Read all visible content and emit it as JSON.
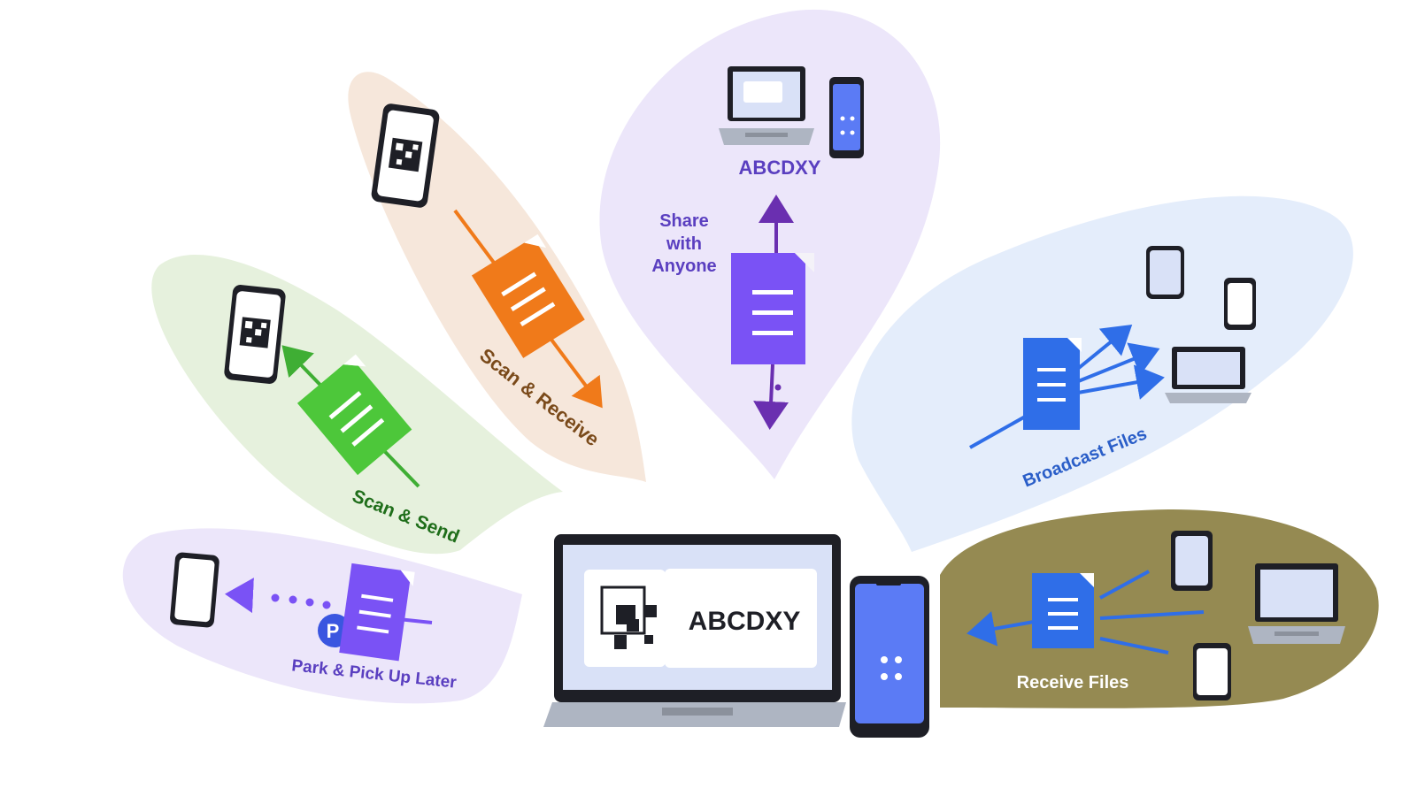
{
  "hub": {
    "code": "ABCDXY"
  },
  "petals": {
    "share_anyone": {
      "code_label": "ABCDXY",
      "caption_line1": "Share",
      "caption_line2": "with",
      "caption_line3": "Anyone",
      "color": "#7a52f5"
    },
    "scan_receive": {
      "caption": "Scan & Receive",
      "color": "#f07a1a"
    },
    "scan_send": {
      "caption": "Scan & Send",
      "color": "#4dc73a"
    },
    "park_pickup": {
      "caption": "Park & Pick Up Later",
      "badge": "P",
      "color": "#7a52f5"
    },
    "broadcast": {
      "caption": "Broadcast Files",
      "color": "#2f6ee8"
    },
    "receive": {
      "caption": "Receive Files",
      "color": "#2f6ee8"
    }
  }
}
